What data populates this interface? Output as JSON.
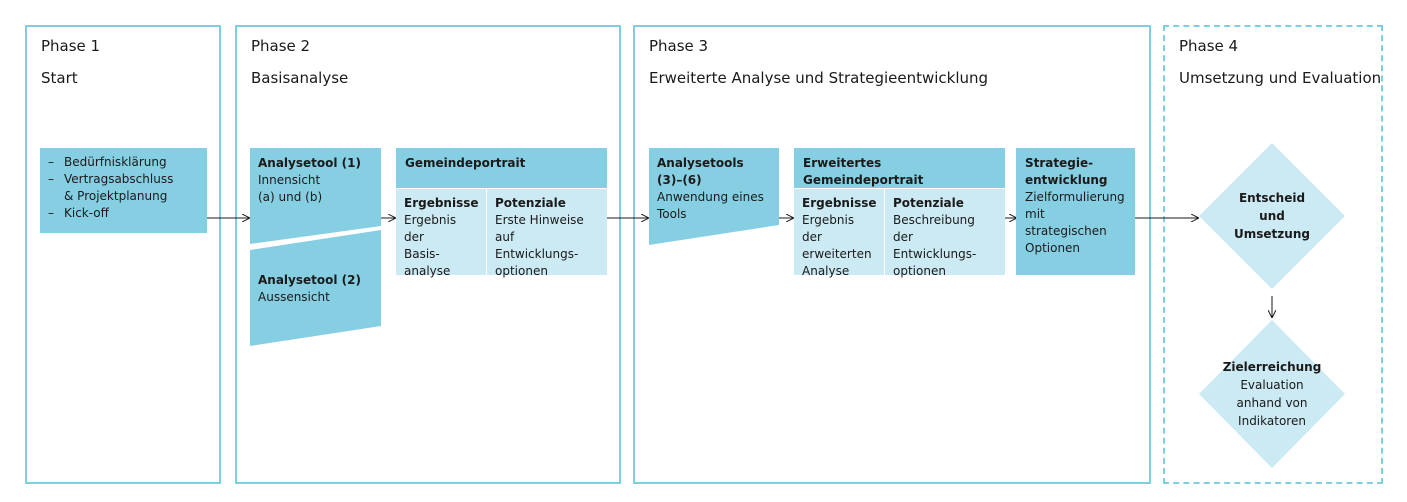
{
  "phases": [
    {
      "title": "Phase 1",
      "name": "Start"
    },
    {
      "title": "Phase 2",
      "name": "Basisanalyse"
    },
    {
      "title": "Phase 3",
      "name": "Erweiterte Analyse und Strategieentwicklung"
    },
    {
      "title": "Phase 4",
      "name": "Umsetzung und Evaluation"
    }
  ],
  "start_box": {
    "items": [
      "Bedürfnisklärung",
      "Vertragsabschluss",
      "& Projektplanung",
      "Kick-off"
    ]
  },
  "analysetool1": {
    "title": "Analysetool (1)",
    "line1": "Innensicht",
    "line2": "(a) und (b)"
  },
  "analysetool2": {
    "title": "Analysetool (2)",
    "line1": "Aussensicht"
  },
  "gemeindeportrait": {
    "header": "Gemeindeportrait",
    "ergebnisse_title": "Ergebnisse",
    "ergebnisse_lines": [
      "Ergebnis der",
      "Basis-",
      "analyse"
    ],
    "potenziale_title": "Potenziale",
    "potenziale_lines": [
      "Erste Hinweise",
      "auf Entwicklungs-",
      "optionen"
    ]
  },
  "analysetools36": {
    "title_line1": "Analysetools",
    "title_line2": "(3)–(6)",
    "line1": "Anwendung eines",
    "line2": "Tools"
  },
  "erweitertes": {
    "header": "Erweitertes Gemeindeportrait",
    "ergebnisse_title": "Ergebnisse",
    "ergebnisse_lines": [
      "Ergebnis der",
      "erweiterten",
      "Analyse"
    ],
    "potenziale_title": "Potenziale",
    "potenziale_lines": [
      "Beschreibung der",
      "Entwicklungs-",
      "optionen"
    ]
  },
  "strategie": {
    "title_line1": "Strategie-",
    "title_line2": "entwicklung",
    "lines": [
      "Zielformulierung",
      "mit strategischen",
      "Optionen"
    ]
  },
  "entscheid": {
    "lines": [
      "Entscheid",
      "und",
      "Umsetzung"
    ]
  },
  "zielerreichung": {
    "title": "Zielerreichung",
    "lines": [
      "Evaluation",
      "anhand von",
      "Indikatoren"
    ]
  },
  "colors": {
    "border": "#7fcfe0",
    "dark": "#86cfe3",
    "light": "#cceaf4"
  }
}
